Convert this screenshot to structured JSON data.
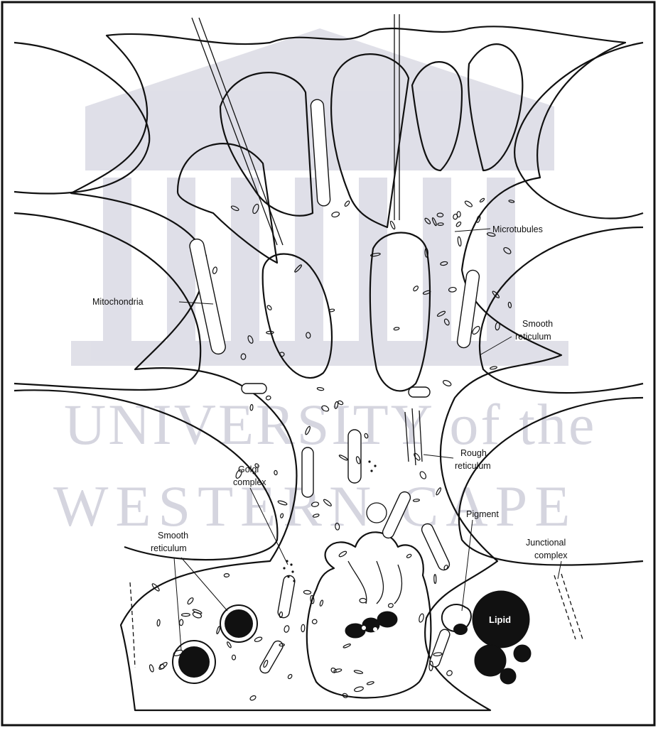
{
  "watermark": {
    "line1": "UNIVERSITY of the",
    "line2": "WESTERN CAPE",
    "emblem": "columned-building"
  },
  "labels": {
    "microtubules": "Microtubules",
    "mitochondria": "Mitochondria",
    "smooth_reticulum_upper_1": "Smooth",
    "smooth_reticulum_upper_2": "reticulum",
    "rough_reticulum_1": "Rough",
    "rough_reticulum_2": "reticulum",
    "golgi_complex_1": "Golgi",
    "golgi_complex_2": "complex",
    "pigment": "Pigment",
    "smooth_reticulum_lower_1": "Smooth",
    "smooth_reticulum_lower_2": "reticulum",
    "junctional_complex_1": "Junctional",
    "junctional_complex_2": "complex",
    "lipid": "Lipid"
  }
}
